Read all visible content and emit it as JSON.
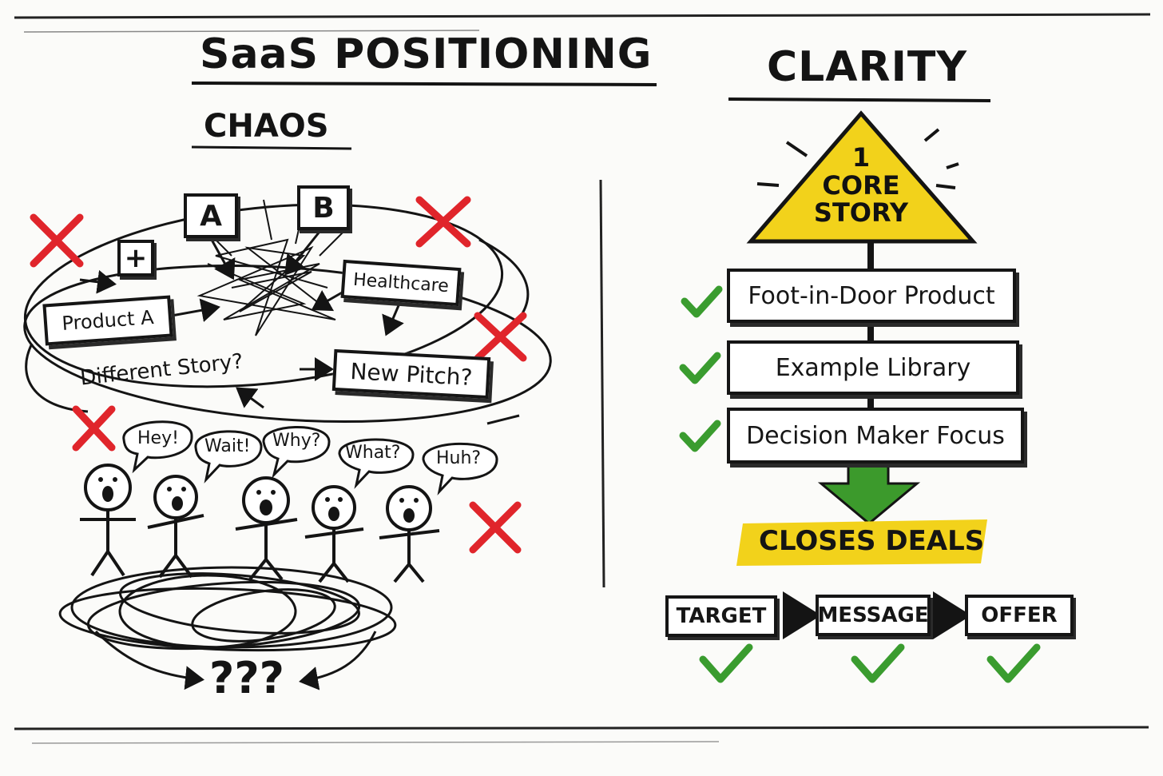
{
  "title": "SaaS POSITIONING",
  "left": {
    "heading": "CHAOS",
    "boxes": {
      "a": "A",
      "b": "B",
      "plus": "+",
      "product_a": "Product A",
      "healthcare": "Healthcare",
      "different_story": "Different Story?",
      "new_pitch": "New Pitch?"
    },
    "bubbles": [
      "Hey!",
      "Wait!",
      "Why?",
      "What?",
      "Huh?"
    ],
    "question_marks": "???"
  },
  "right": {
    "heading": "CLARITY",
    "triangle_lines": [
      "1",
      "CORE",
      "STORY"
    ],
    "steps": [
      "Foot-in-Door Product",
      "Example Library",
      "Decision Maker Focus"
    ],
    "outcome": "CLOSES DEALS",
    "flow": [
      "TARGET",
      "MESSAGE",
      "OFFER"
    ]
  },
  "colors": {
    "ink": "#141414",
    "red_x": "#e0252b",
    "green_check": "#3a9c2f",
    "yellow_highlight": "#f2d21b",
    "arrow_green": "#3c9a2c"
  },
  "icons": [
    "red-x-icon",
    "green-check-icon",
    "down-arrow-icon",
    "stick-figure-icon",
    "scribble-icon"
  ]
}
